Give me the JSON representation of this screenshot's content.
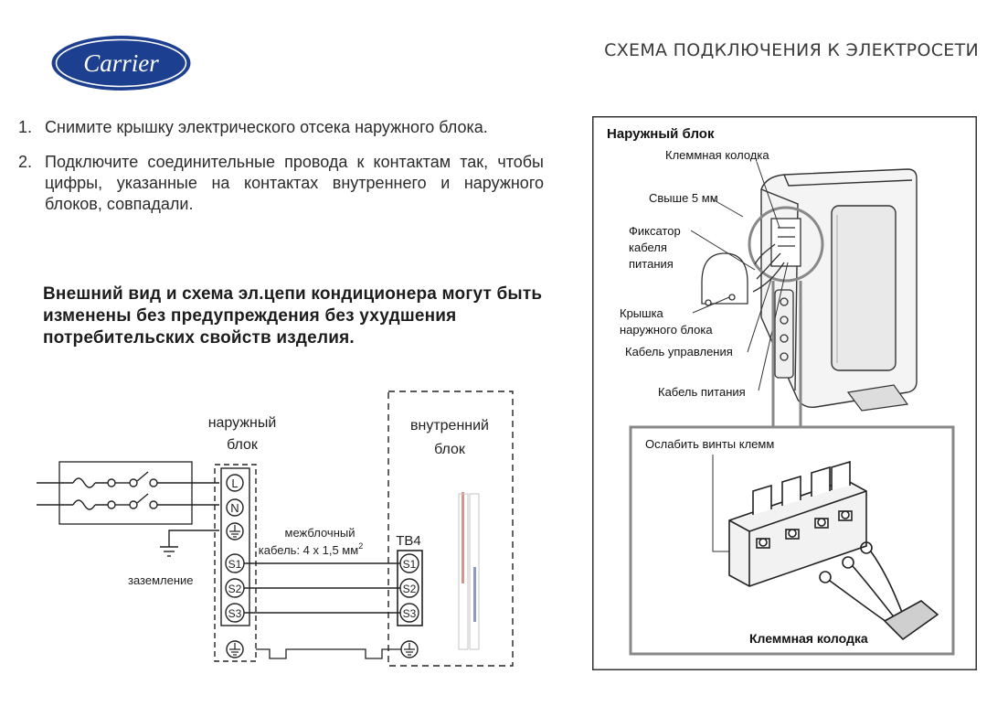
{
  "logo": {
    "text": "Carrier",
    "brand_color": "#1d3f8f"
  },
  "page_title": "СХЕМА ПОДКЛЮЧЕНИЯ К ЭЛЕКТРОСЕТИ",
  "steps": [
    {
      "num": "1.",
      "text": "Снимите крышку электрического отсека наружного блока."
    },
    {
      "num": "2.",
      "text": "Подключите соединительные провода к контактам так, чтобы цифры, указанные на контактах внутреннего и наружного блоков, совпадали."
    }
  ],
  "warning": "Внешний вид и схема эл.цепи кондиционера могут быть изменены без предупреждения без ухудшения потребительских свойств изделия.",
  "schematic": {
    "outdoor_label_line1": "наружный",
    "outdoor_label_line2": "блок",
    "indoor_label_line1": "внутренний",
    "indoor_label_line2": "блок",
    "terminal_L": "L",
    "terminal_N": "N",
    "terminal_S1": "S1",
    "terminal_S2": "S2",
    "terminal_S3": "S3",
    "cable_label_line1": "межблочный",
    "cable_label_line2": "кабель: 4 х 1,5 мм",
    "cable_sup": "2",
    "tb_label": "TB4",
    "ground_label": "заземление"
  },
  "figure": {
    "title": "Наружный блок",
    "label_terminal_block": "Клеммная колодка",
    "label_above_5mm": "Свыше 5 мм",
    "label_fixator_1": "Фиксатор",
    "label_fixator_2": "кабеля",
    "label_fixator_3": "питания",
    "label_cover_1": "Крышка",
    "label_cover_2": "наружного блока",
    "label_control_cable": "Кабель управления",
    "label_power_cable": "Кабель питания",
    "label_loosen_screws": "Ослабить винты клемм",
    "label_terminal_block_bottom": "Клеммная колодка"
  }
}
